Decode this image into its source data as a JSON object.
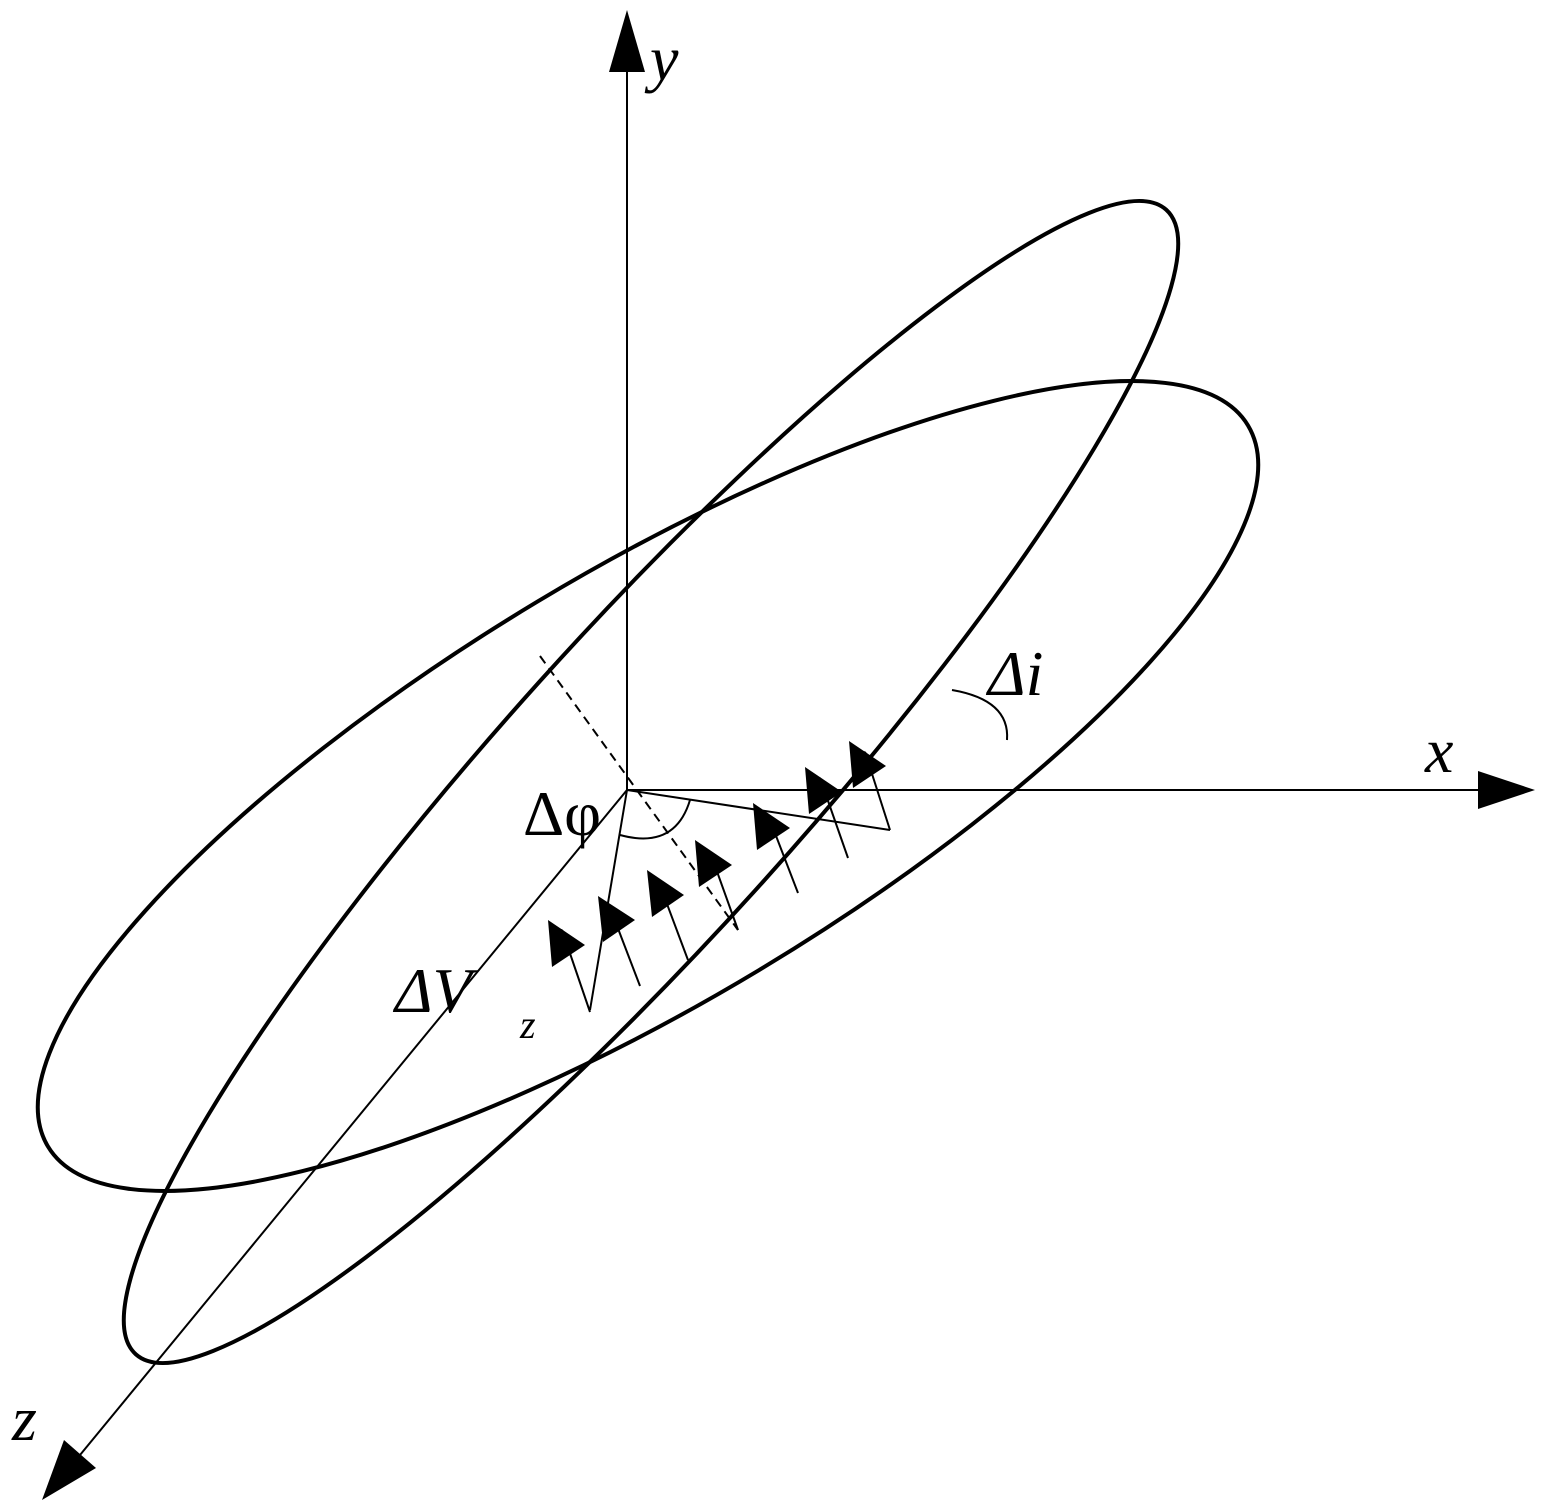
{
  "colors": {
    "ink": "#000000",
    "background": "#ffffff"
  },
  "labels": {
    "x_axis": "x",
    "y_axis": "y",
    "z_axis": "z",
    "delta_i": "Δi",
    "delta_phi": "Δφ",
    "delta_v": "ΔV",
    "delta_v_sub": "z"
  }
}
